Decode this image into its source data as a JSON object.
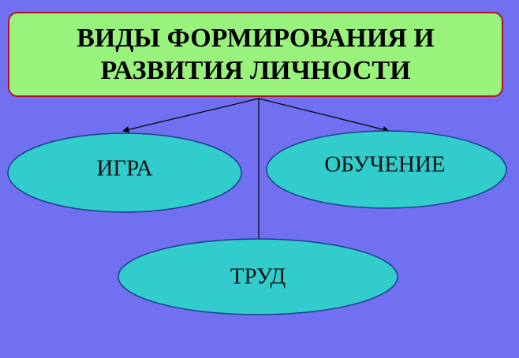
{
  "title": {
    "line1": "ВИДЫ ФОРМИРОВАНИЯ И",
    "line2": "РАЗВИТИЯ ЛИЧНОСТИ"
  },
  "nodes": {
    "play": "ИГРА",
    "learning": "ОБУЧЕНИЕ",
    "labor": "ТРУД"
  },
  "colors": {
    "background": "#7070f0",
    "title_fill": "#99f27c",
    "title_border": "#b0122b",
    "ellipse_fill": "#33cccc",
    "ellipse_stroke": "#1a3f8a",
    "arrow": "#000000"
  }
}
